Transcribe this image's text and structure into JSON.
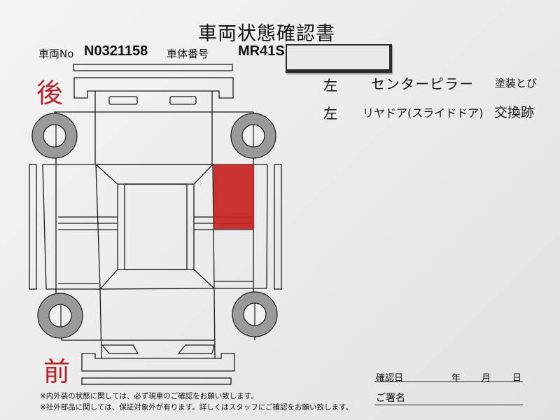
{
  "title": "車両状態確認書",
  "header": {
    "vehicle_no_label": "車両No",
    "vehicle_no": "N0321158",
    "chassis_label": "車体番号",
    "chassis_no": "MR41S"
  },
  "markers": {
    "rear": "後",
    "front": "前"
  },
  "damage_notes": [
    {
      "side": "左",
      "part": "センターピラー",
      "condition": "塗装とび"
    },
    {
      "side": "左",
      "part": "リヤドア(スライドドア)",
      "condition": "交換跡"
    }
  ],
  "footer_notes": [
    "※内外装の状態に関しては、必ず現車のご確認をお願い致します。",
    "※社外部品に関しては、保証対象外が有ります。詳しくはスタッフにご確認をお願い致します。"
  ],
  "confirmation": {
    "date_label": "確認日",
    "year": "年",
    "month": "月",
    "day": "日",
    "signature_label": "ご署名"
  },
  "colors": {
    "marker_red": "#b8232a",
    "damage_fill": "#c4231f"
  }
}
